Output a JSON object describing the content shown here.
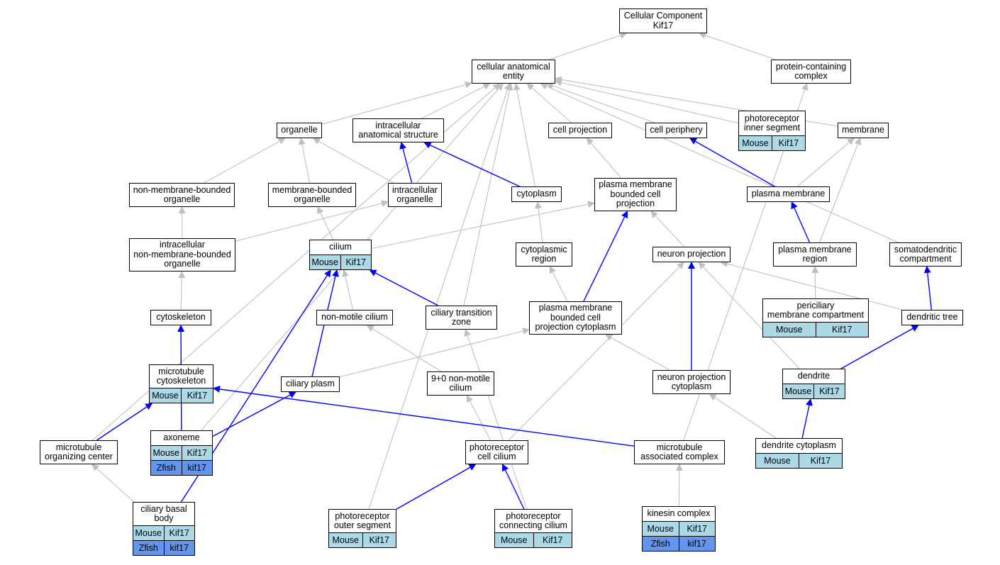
{
  "colors": {
    "is_a_edge": "#c0c0c0",
    "part_of_edge": "#0000ff",
    "mouse_cell": "#add8e6",
    "zfish_cell": "#6495ed",
    "node_border": "#000000"
  },
  "nodes": [
    {
      "id": "cc",
      "label": "Cellular Component\nKif17",
      "annotations": []
    },
    {
      "id": "cae",
      "label": "cellular anatomical\nentity",
      "annotations": []
    },
    {
      "id": "pcc",
      "label": "protein-containing\ncomplex",
      "annotations": []
    },
    {
      "id": "org",
      "label": "organelle",
      "annotations": []
    },
    {
      "id": "ias",
      "label": "intracellular\nanatomical structure",
      "annotations": []
    },
    {
      "id": "cproj",
      "label": "cell projection",
      "annotations": []
    },
    {
      "id": "cper",
      "label": "cell periphery",
      "annotations": []
    },
    {
      "id": "pis",
      "label": "photoreceptor\ninner segment",
      "annotations": [
        {
          "species": "Mouse",
          "gene": "Kif17",
          "color": "mouse"
        }
      ]
    },
    {
      "id": "mem",
      "label": "membrane",
      "annotations": []
    },
    {
      "id": "nmbo",
      "label": "non-membrane-bounded\norganelle",
      "annotations": []
    },
    {
      "id": "mbo",
      "label": "membrane-bounded\norganelle",
      "annotations": []
    },
    {
      "id": "io",
      "label": "intracellular\norganelle",
      "annotations": []
    },
    {
      "id": "cyto",
      "label": "cytoplasm",
      "annotations": []
    },
    {
      "id": "pmbcp",
      "label": "plasma membrane\nbounded cell\nprojection",
      "annotations": []
    },
    {
      "id": "pm",
      "label": "plasma membrane",
      "annotations": []
    },
    {
      "id": "inmbo",
      "label": "intracellular\nnon-membrane-bounded\norganelle",
      "annotations": []
    },
    {
      "id": "cil",
      "label": "cilium",
      "annotations": [
        {
          "species": "Mouse",
          "gene": "Kif17",
          "color": "mouse"
        }
      ]
    },
    {
      "id": "cytreg",
      "label": "cytoplasmic\nregion",
      "annotations": []
    },
    {
      "id": "nproj",
      "label": "neuron projection",
      "annotations": []
    },
    {
      "id": "pmreg",
      "label": "plasma membrane\nregion",
      "annotations": []
    },
    {
      "id": "sdc",
      "label": "somatodendritic\ncompartment",
      "annotations": []
    },
    {
      "id": "pmc",
      "label": "periciliary\nmembrane compartment",
      "annotations": [
        {
          "species": "Mouse",
          "gene": "Kif17",
          "color": "mouse"
        }
      ]
    },
    {
      "id": "cytsk",
      "label": "cytoskeleton",
      "annotations": []
    },
    {
      "id": "nmc",
      "label": "non-motile cilium",
      "annotations": []
    },
    {
      "id": "ctz",
      "label": "ciliary transition\nzone",
      "annotations": []
    },
    {
      "id": "pmbcpc",
      "label": "plasma membrane\nbounded cell\nprojection cytoplasm",
      "annotations": []
    },
    {
      "id": "dtree",
      "label": "dendritic tree",
      "annotations": []
    },
    {
      "id": "mtcsk",
      "label": "microtubule\ncytoskeleton",
      "annotations": [
        {
          "species": "Mouse",
          "gene": "Kif17",
          "color": "mouse"
        }
      ]
    },
    {
      "id": "cplasm",
      "label": "ciliary plasm",
      "annotations": []
    },
    {
      "id": "nmc90",
      "label": "9+0 non-motile\ncilium",
      "annotations": []
    },
    {
      "id": "npc",
      "label": "neuron projection\ncytoplasm",
      "annotations": []
    },
    {
      "id": "dend",
      "label": "dendrite",
      "annotations": [
        {
          "species": "Mouse",
          "gene": "Kif17",
          "color": "mouse"
        }
      ]
    },
    {
      "id": "axo",
      "label": "axoneme",
      "annotations": [
        {
          "species": "Mouse",
          "gene": "Kif17",
          "color": "mouse"
        },
        {
          "species": "Zfish",
          "gene": "kif17",
          "color": "zfish"
        }
      ]
    },
    {
      "id": "mtoc",
      "label": "microtubule\norganizing center",
      "annotations": []
    },
    {
      "id": "pcilium",
      "label": "photoreceptor\ncell cilium",
      "annotations": []
    },
    {
      "id": "mac",
      "label": "microtubule\nassociated complex",
      "annotations": []
    },
    {
      "id": "dcyto",
      "label": "dendrite cytoplasm",
      "annotations": [
        {
          "species": "Mouse",
          "gene": "Kif17",
          "color": "mouse"
        }
      ]
    },
    {
      "id": "cbb",
      "label": "ciliary basal\nbody",
      "annotations": [
        {
          "species": "Mouse",
          "gene": "Kif17",
          "color": "mouse"
        },
        {
          "species": "Zfish",
          "gene": "kif17",
          "color": "zfish"
        }
      ]
    },
    {
      "id": "pos",
      "label": "photoreceptor\nouter segment",
      "annotations": [
        {
          "species": "Mouse",
          "gene": "Kif17",
          "color": "mouse"
        }
      ]
    },
    {
      "id": "pccil",
      "label": "photoreceptor\nconnecting cilium",
      "annotations": [
        {
          "species": "Mouse",
          "gene": "Kif17",
          "color": "mouse"
        }
      ]
    },
    {
      "id": "kin",
      "label": "kinesin complex",
      "annotations": [
        {
          "species": "Mouse",
          "gene": "Kif17",
          "color": "mouse"
        },
        {
          "species": "Zfish",
          "gene": "kif17",
          "color": "zfish"
        }
      ]
    }
  ],
  "edges": [
    {
      "from": "cae",
      "to": "cc",
      "type": "is_a"
    },
    {
      "from": "pcc",
      "to": "cc",
      "type": "is_a"
    },
    {
      "from": "org",
      "to": "cae",
      "type": "is_a"
    },
    {
      "from": "ias",
      "to": "cae",
      "type": "is_a"
    },
    {
      "from": "cproj",
      "to": "cae",
      "type": "is_a"
    },
    {
      "from": "cper",
      "to": "cae",
      "type": "is_a"
    },
    {
      "from": "pis",
      "to": "cae",
      "type": "is_a"
    },
    {
      "from": "mem",
      "to": "cae",
      "type": "is_a"
    },
    {
      "from": "cyto",
      "to": "cae",
      "type": "is_a"
    },
    {
      "from": "ctz",
      "to": "cae",
      "type": "is_a"
    },
    {
      "from": "sdc",
      "to": "cae",
      "type": "is_a"
    },
    {
      "from": "axo",
      "to": "cae",
      "type": "is_a"
    },
    {
      "from": "mtoc",
      "to": "cae",
      "type": "is_a"
    },
    {
      "from": "pos",
      "to": "cae",
      "type": "is_a"
    },
    {
      "from": "mac",
      "to": "pcc",
      "type": "is_a"
    },
    {
      "from": "nmbo",
      "to": "org",
      "type": "is_a"
    },
    {
      "from": "mbo",
      "to": "org",
      "type": "is_a"
    },
    {
      "from": "io",
      "to": "org",
      "type": "is_a"
    },
    {
      "from": "io",
      "to": "ias",
      "type": "part_of"
    },
    {
      "from": "cyto",
      "to": "ias",
      "type": "part_of"
    },
    {
      "from": "pmbcp",
      "to": "cproj",
      "type": "is_a"
    },
    {
      "from": "pm",
      "to": "cper",
      "type": "part_of"
    },
    {
      "from": "pm",
      "to": "mem",
      "type": "is_a"
    },
    {
      "from": "pmreg",
      "to": "mem",
      "type": "is_a"
    },
    {
      "from": "inmbo",
      "to": "nmbo",
      "type": "is_a"
    },
    {
      "from": "inmbo",
      "to": "io",
      "type": "is_a"
    },
    {
      "from": "cil",
      "to": "mbo",
      "type": "is_a"
    },
    {
      "from": "cil",
      "to": "pmbcp",
      "type": "is_a"
    },
    {
      "from": "cytreg",
      "to": "cyto",
      "type": "is_a"
    },
    {
      "from": "nproj",
      "to": "pmbcp",
      "type": "is_a"
    },
    {
      "from": "pmbcpc",
      "to": "pmbcp",
      "type": "part_of"
    },
    {
      "from": "pmreg",
      "to": "pm",
      "type": "part_of"
    },
    {
      "from": "cytsk",
      "to": "inmbo",
      "type": "is_a"
    },
    {
      "from": "nmc",
      "to": "cil",
      "type": "is_a"
    },
    {
      "from": "ctz",
      "to": "cil",
      "type": "part_of"
    },
    {
      "from": "cplasm",
      "to": "cil",
      "type": "part_of"
    },
    {
      "from": "cbb",
      "to": "cil",
      "type": "part_of"
    },
    {
      "from": "pmbcpc",
      "to": "cytreg",
      "type": "is_a"
    },
    {
      "from": "pcilium",
      "to": "nproj",
      "type": "is_a"
    },
    {
      "from": "npc",
      "to": "nproj",
      "type": "part_of"
    },
    {
      "from": "dend",
      "to": "nproj",
      "type": "is_a"
    },
    {
      "from": "dtree",
      "to": "nproj",
      "type": "is_a"
    },
    {
      "from": "pmc",
      "to": "pmreg",
      "type": "is_a"
    },
    {
      "from": "dtree",
      "to": "sdc",
      "type": "part_of"
    },
    {
      "from": "mtcsk",
      "to": "cytsk",
      "type": "is_a"
    },
    {
      "from": "axo",
      "to": "cytsk",
      "type": "part_of"
    },
    {
      "from": "nmc90",
      "to": "nmc",
      "type": "is_a"
    },
    {
      "from": "pccil",
      "to": "ctz",
      "type": "is_a"
    },
    {
      "from": "cplasm",
      "to": "pmbcpc",
      "type": "is_a"
    },
    {
      "from": "npc",
      "to": "pmbcpc",
      "type": "is_a"
    },
    {
      "from": "dend",
      "to": "dtree",
      "type": "part_of"
    },
    {
      "from": "mtoc",
      "to": "mtcsk",
      "type": "part_of"
    },
    {
      "from": "axo",
      "to": "cplasm",
      "type": "part_of"
    },
    {
      "from": "pcilium",
      "to": "nmc90",
      "type": "is_a"
    },
    {
      "from": "dcyto",
      "to": "npc",
      "type": "is_a"
    },
    {
      "from": "dcyto",
      "to": "dend",
      "type": "part_of"
    },
    {
      "from": "mac",
      "to": "mtcsk",
      "type": "part_of"
    },
    {
      "from": "cbb",
      "to": "mtoc",
      "type": "is_a"
    },
    {
      "from": "pos",
      "to": "pcilium",
      "type": "part_of"
    },
    {
      "from": "pccil",
      "to": "pcilium",
      "type": "part_of"
    },
    {
      "from": "kin",
      "to": "mac",
      "type": "is_a"
    }
  ]
}
